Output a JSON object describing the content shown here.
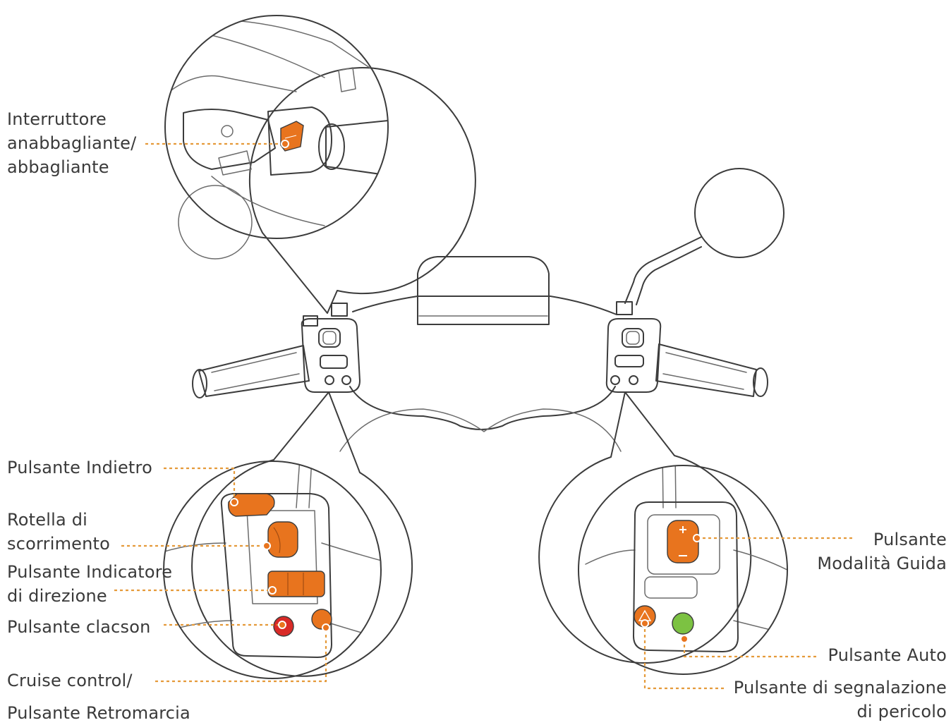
{
  "labels": {
    "dimmer_switch": [
      "Interruttore",
      "anabbagliante/",
      "abbagliante"
    ],
    "back_button": "Pulsante Indietro",
    "scroll_wheel": [
      "Rotella di",
      "scorrimento"
    ],
    "turn_signal": [
      "Pulsante Indicatore",
      "di direzione"
    ],
    "horn": "Pulsante clacson",
    "cruise_control": "Cruise control/",
    "reverse": "Pulsante Retromarcia",
    "drive_mode": [
      "Pulsante",
      "Modalità Guida"
    ],
    "auto": "Pulsante Auto",
    "hazard": [
      "Pulsante di segnalazione",
      "di pericolo"
    ]
  },
  "colors": {
    "accent_orange": "#e8741e",
    "leader_line": "#e59a3a",
    "horn_red": "#d92a27",
    "auto_green": "#7cc242",
    "outline": "#3c3c3c"
  }
}
